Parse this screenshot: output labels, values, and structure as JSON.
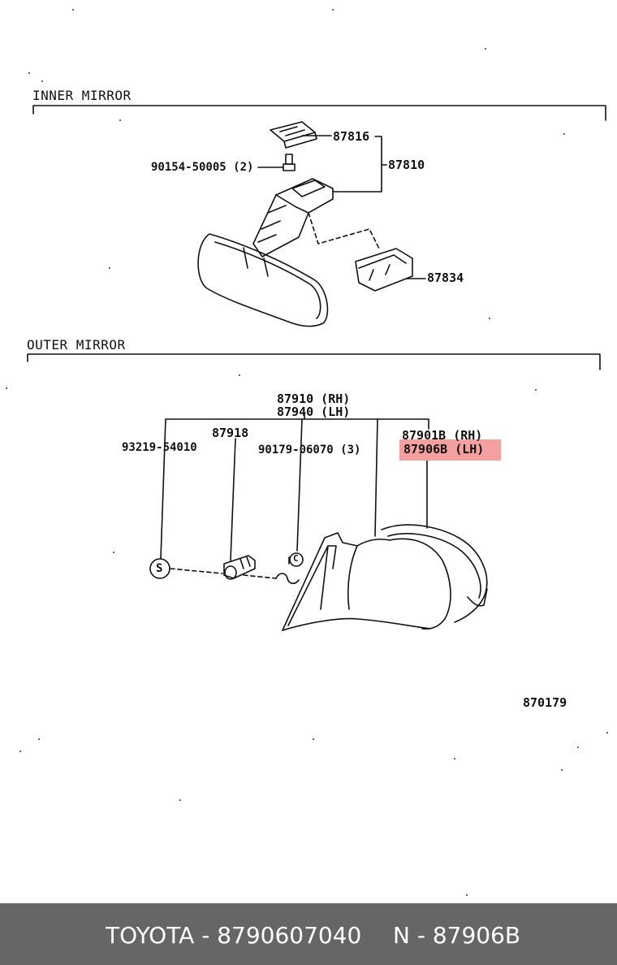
{
  "sections": {
    "inner_title": "INNER MIRROR",
    "outer_title": "OUTER MIRROR"
  },
  "parts": {
    "p87816": "87816",
    "p90154": "90154-50005 (2)",
    "p87810": "87810",
    "p87834": "87834",
    "p87910": "87910 (RH)",
    "p87940": "87940 (LH)",
    "p87918": "87918",
    "p87901b": "87901B (RH)",
    "p87906b": "87906B (LH)",
    "p93219": "93219-54010",
    "p90179": "90179-06070 (3)",
    "ref": "870179"
  },
  "symbols": {
    "s": "S",
    "c": "C"
  },
  "highlight_color": "#f4a0a0",
  "footer": {
    "left": "TOYOTA - 8790607040",
    "right": "N - 87906B"
  }
}
